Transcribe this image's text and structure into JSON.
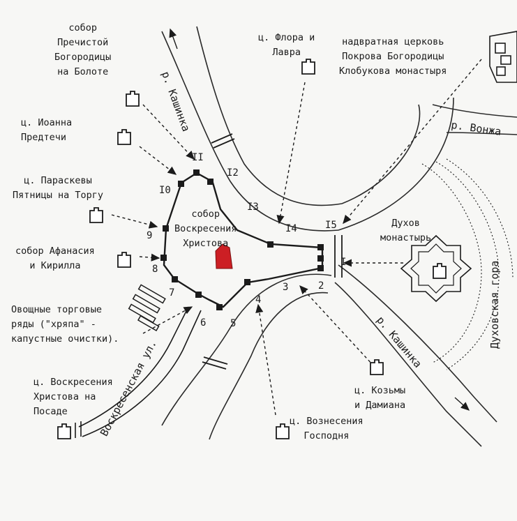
{
  "labels": {
    "sobor_bogoroditsy": "собор\nПречистой\nБогородицы\nна Болоте",
    "flora_lavra": "ц. Флора и\nЛавра",
    "pokrov": "надвратная церковь\nПокрова Богородицы\nКлобукова монастыря",
    "ioanna": "ц. Иоанна\nПредтечи",
    "paraskevy": "ц. Параскевы\nПятницы на Торгу",
    "voskreseniya_sobor": "собор\nВоскресения\nХристова",
    "afanasiya": "собор Афанасия\nи Кирилла",
    "ryady": "Овощные торговые\nряды (\"хряпа\" -\nкапустные очистки).",
    "dukhov": "Духов\nмонастырь",
    "posad": "ц. Воскресения\nХристова на\nПосаде",
    "kozmy": "ц. Козьмы\nи Дамиана",
    "voznesen": "ц. Вознесения\nГосподня",
    "river_kashinka_top": "р. Кашинка",
    "river_kashinka_bottom": "р. Кашинка",
    "river_vonzha": "р. Вонжа",
    "dukhovskaya_gora": "Духовская гора",
    "street": "Воскресенская ул."
  },
  "tower_numbers": [
    "I",
    "2",
    "3",
    "4",
    "5",
    "6",
    "7",
    "8",
    "9",
    "I0",
    "II",
    "I2",
    "I3",
    "I4",
    "I5"
  ],
  "colors": {
    "ink": "#1b1b1b",
    "cathedral": "#cc1f24",
    "paper": "#f7f7f5"
  }
}
